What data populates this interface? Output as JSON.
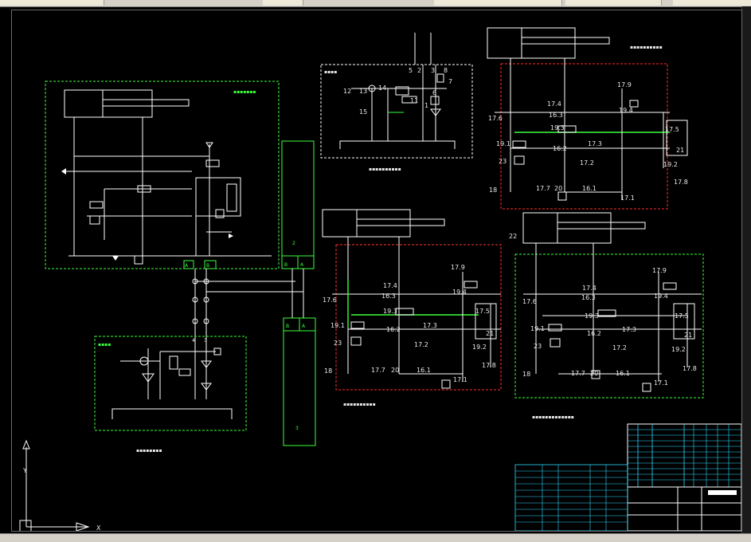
{
  "toolbar": {
    "buttons": [
      "",
      "",
      "",
      "",
      ""
    ]
  },
  "circuit_c": {
    "labels": [
      "17.9",
      "17.4",
      "16.3",
      "19.4",
      "19.3",
      "17.5",
      "17.6",
      "19.1",
      "16.2",
      "17.3",
      "23",
      "17.2",
      "21",
      "19.2",
      "17.8",
      "18",
      "17.7",
      "20",
      "16.1",
      "17.1"
    ]
  },
  "circuit_d": {
    "top_label": "22"
  },
  "circuit_b": {
    "labels": [
      "5",
      "2",
      "3",
      "8",
      "7",
      "6",
      "12",
      "13",
      "14",
      "11",
      "15",
      "1"
    ]
  },
  "blocks": {
    "panel2": "2",
    "panel3": "3",
    "panel_ab": [
      "A",
      "B"
    ]
  }
}
